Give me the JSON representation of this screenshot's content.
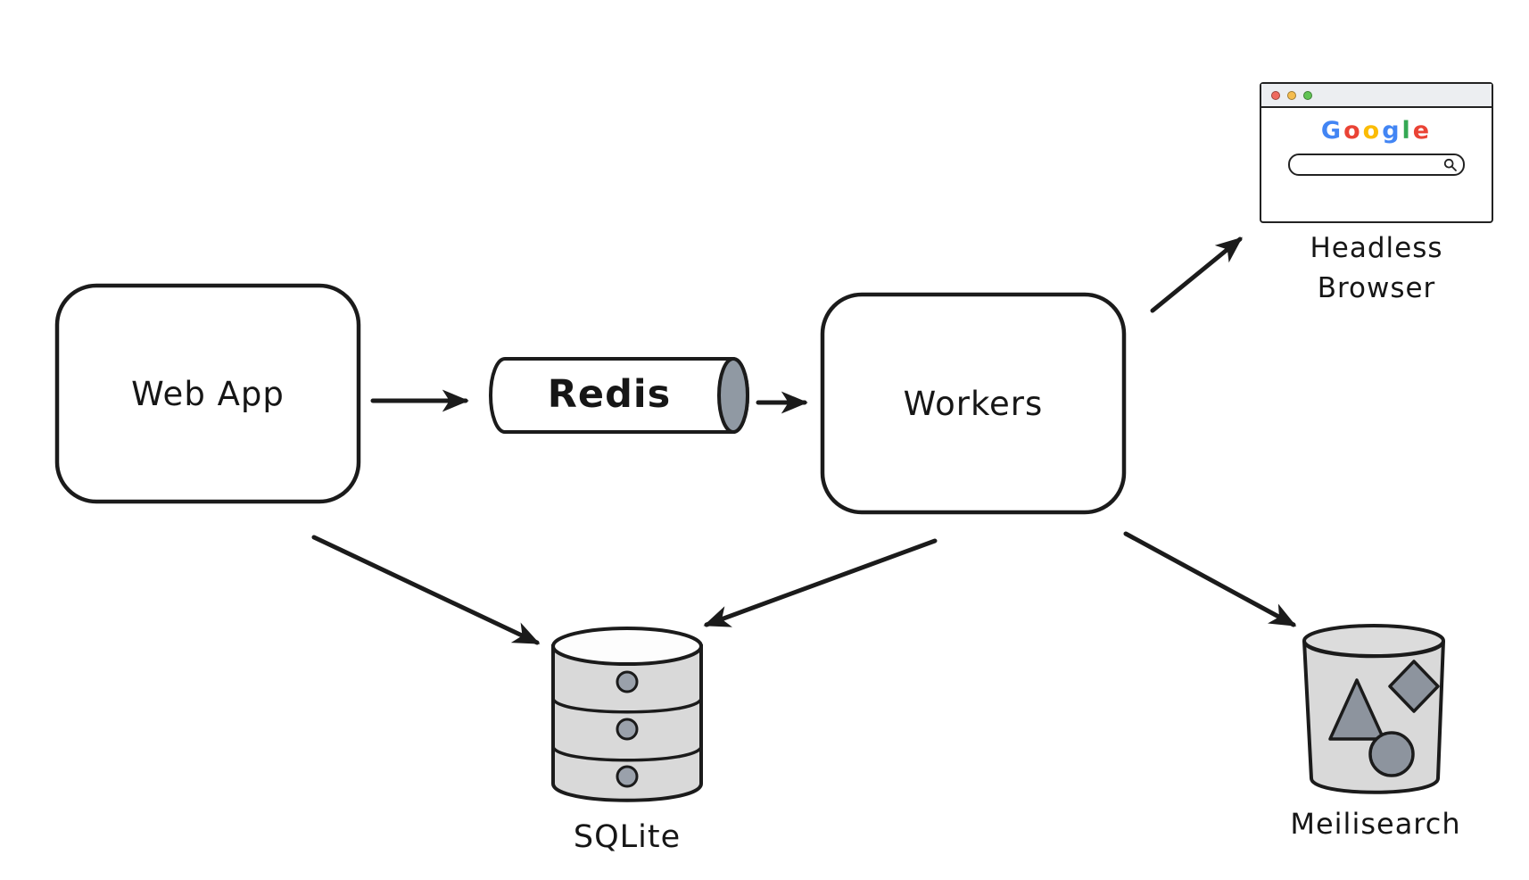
{
  "canvas": {
    "background": "#ffffff"
  },
  "nodes": {
    "web_app": {
      "label": "Web App"
    },
    "redis": {
      "label": "Redis",
      "shape": "horizontal-cylinder-queue"
    },
    "workers": {
      "label": "Workers"
    },
    "headless_browser": {
      "label_lines": [
        "Headless",
        "Browser"
      ],
      "logo_letters": [
        {
          "ch": "G",
          "color": "#4285F4"
        },
        {
          "ch": "o",
          "color": "#EA4335"
        },
        {
          "ch": "o",
          "color": "#FBBC05"
        },
        {
          "ch": "g",
          "color": "#4285F4"
        },
        {
          "ch": "l",
          "color": "#34A853"
        },
        {
          "ch": "e",
          "color": "#EA4335"
        }
      ],
      "window_dots": [
        "#ee6a5f",
        "#f5bd4f",
        "#61c454"
      ]
    },
    "sqlite": {
      "label": "SQLite",
      "shape": "database-cylinder"
    },
    "meilisearch": {
      "label": "Meilisearch",
      "shape": "bucket-with-shapes"
    }
  },
  "edges": [
    {
      "from": "Web App",
      "to": "Redis"
    },
    {
      "from": "Redis",
      "to": "Workers"
    },
    {
      "from": "Workers",
      "to": "Headless Browser"
    },
    {
      "from": "Web App",
      "to": "SQLite"
    },
    {
      "from": "Workers",
      "to": "SQLite"
    },
    {
      "from": "Workers",
      "to": "Meilisearch"
    }
  ],
  "colors": {
    "stroke": "#1b1b1b",
    "fill_gray": "#d9d9d9",
    "accent_gray": "#8d949e",
    "browser_bar": "#eceef1"
  }
}
